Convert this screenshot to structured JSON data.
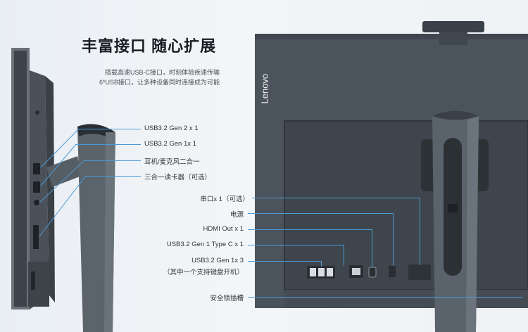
{
  "headline": "丰富接口  随心扩展",
  "description": {
    "line1": "搭载高速USB-C接口，时刻体验疾速传输",
    "line2": "6*USB接口，让多种设备同时连接成为可能"
  },
  "brand": "Lenovo",
  "side_ports": [
    {
      "label": "USB3.2 Gen 2 x 1"
    },
    {
      "label": "USB3.2 Gen 1x 1"
    },
    {
      "label": "耳机/麦克风二合一"
    },
    {
      "label": "三合一读卡器（可选）"
    }
  ],
  "rear_ports": [
    {
      "label": "串口x 1（可选）"
    },
    {
      "label": "电源"
    },
    {
      "label": "HDMI Out x 1"
    },
    {
      "label": "USB3.2 Gen 1 Type C x 1"
    },
    {
      "label": "USB3.2 Gen 1x 3"
    },
    {
      "label": "（其中一个支持键盘开机）"
    },
    {
      "label": "安全锁插槽"
    }
  ],
  "colors": {
    "leader_line": "#4c9bd6",
    "monitor_body": "#4b535c",
    "background": "#eef2f5"
  }
}
